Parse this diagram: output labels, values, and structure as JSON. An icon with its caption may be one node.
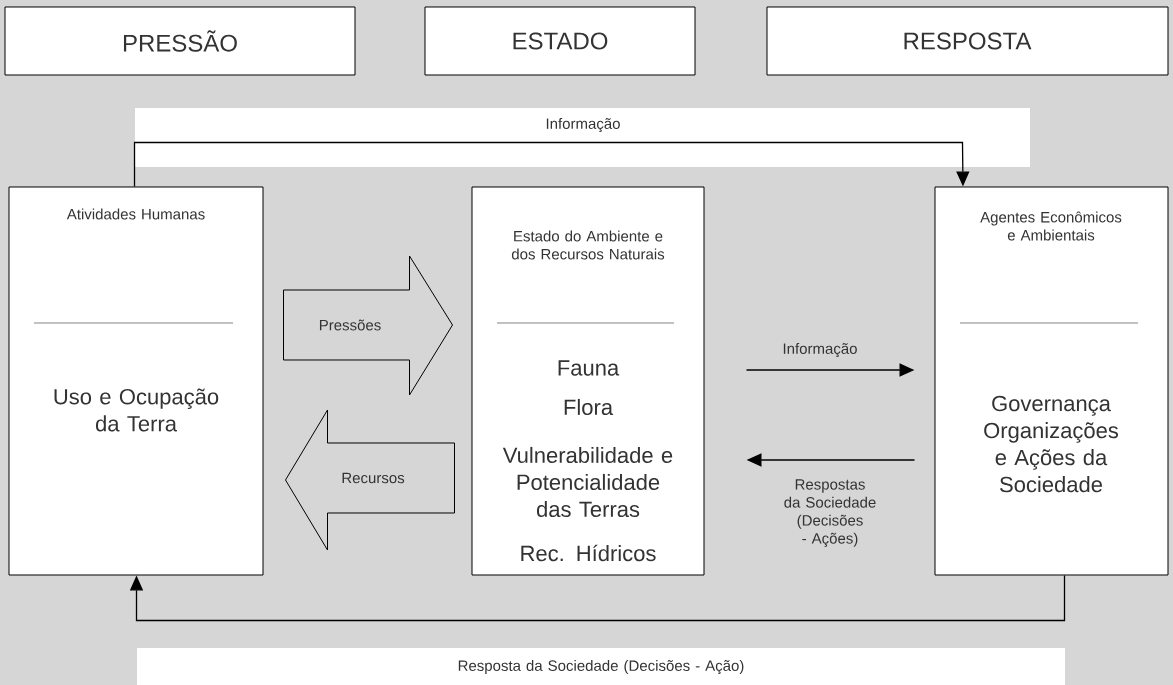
{
  "diagram": {
    "nodes": [
      {
        "text": [
          "PRESSÃO"
        ]
      },
      {
        "text": [
          "ESTADO"
        ]
      },
      {
        "text": [
          "RESPOSTA"
        ]
      },
      {
        "text": [
          "Atividades Humanas",
          "Uso e Ocupação da Terra"
        ]
      },
      {
        "text": [
          "Estado do Ambiente e dos Recursos Naturais",
          "Fauna",
          "Flora",
          "Vulnerabilidade e Potencialidade das Terras",
          "Rec. Hídricos"
        ]
      },
      {
        "text": [
          "Agentes Econômicos e Ambientais",
          "Governança Organizações e Ações da Sociedade"
        ]
      }
    ],
    "edges": [
      {
        "from": 3,
        "to": 5,
        "arrow": "to",
        "label": "Informação"
      },
      {
        "from": 4,
        "to": 5,
        "arrow": "to",
        "label": "Informação"
      },
      {
        "from": 5,
        "to": 4,
        "arrow": "to",
        "label": "Respostas da Sociedade (Decisões - Ações)"
      },
      {
        "from": 5,
        "to": 3,
        "arrow": "to",
        "label": "Resposta da Sociedade (Decisões - Ação)"
      },
      {
        "from": 3,
        "to": 4,
        "arrow": "to",
        "label": "Pressões"
      },
      {
        "from": 4,
        "to": 3,
        "arrow": "to",
        "label": "Recursos"
      }
    ]
  }
}
